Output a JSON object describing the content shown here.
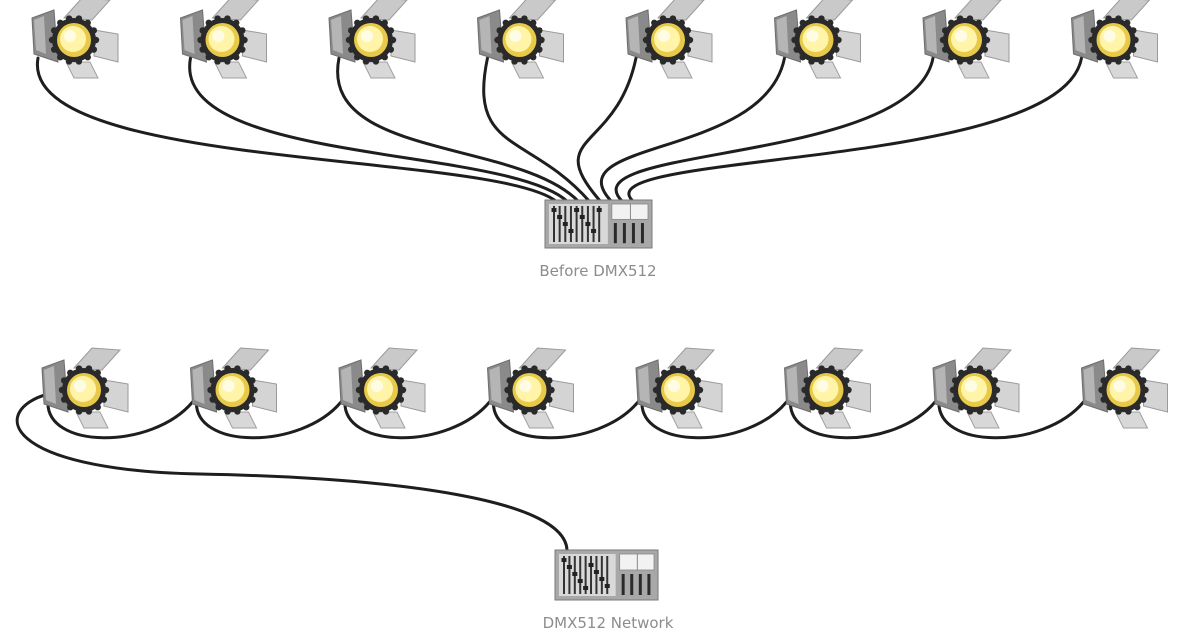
{
  "diagrams": {
    "before": {
      "caption": "Before DMX512",
      "fixture_count": 8,
      "topology": "star",
      "icon": "stage-light-icon",
      "controller_icon": "lighting-console-icon"
    },
    "network": {
      "caption": "DMX512 Network",
      "fixture_count": 8,
      "topology": "daisy-chain",
      "icon": "stage-light-icon",
      "controller_icon": "lighting-console-icon"
    }
  },
  "colors": {
    "cable": "#1e1e1e",
    "lamp_glow": "#fff4a8",
    "lamp_core": "#e8c94a",
    "barn_door": "#c9c9c9",
    "housing": "#8a8a8a",
    "console_body": "#a8a8a8",
    "caption": "#8c8c8c"
  }
}
